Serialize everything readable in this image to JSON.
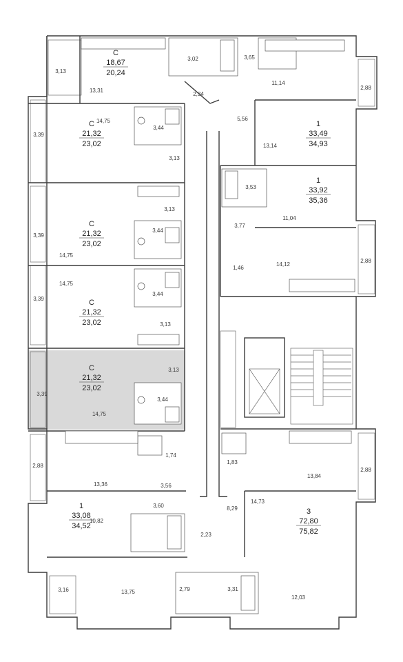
{
  "colors": {
    "wall": "#3c3c3c",
    "highlight": "#d9d9d9",
    "text": "#222222"
  },
  "apartments": [
    {
      "type": "С",
      "living": "18,67",
      "total": "20,24"
    },
    {
      "type": "С",
      "living": "21,32",
      "total": "23,02"
    },
    {
      "type": "С",
      "living": "21,32",
      "total": "23,02"
    },
    {
      "type": "С",
      "living": "21,32",
      "total": "23,02"
    },
    {
      "type": "С",
      "living": "21,32",
      "total": "23,02"
    },
    {
      "type": "1",
      "living": "33,49",
      "total": "34,93"
    },
    {
      "type": "1",
      "living": "33,92",
      "total": "35,36"
    },
    {
      "type": "1",
      "living": "33,08",
      "total": "34,52"
    },
    {
      "type": "3",
      "living": "72,80",
      "total": "75,82"
    }
  ],
  "room_labels": [
    "3,13",
    "13,31",
    "3,02",
    "2,34",
    "3,65",
    "11,14",
    "2,88",
    "5,56",
    "13,14",
    "14,75",
    "3,39",
    "3,44",
    "3,13",
    "3,53",
    "3,13",
    "3,77",
    "11,04",
    "3,44",
    "3,39",
    "14,75",
    "1,46",
    "14,12",
    "2,88",
    "14,75",
    "3,39",
    "3,44",
    "3,13",
    "3,13",
    "3,39",
    "3,44",
    "14,75",
    "1,74",
    "1,83",
    "2,88",
    "13,36",
    "13,84",
    "2,88",
    "3,56",
    "14,73",
    "3,60",
    "8,29",
    "10,82",
    "2,23",
    "3,16",
    "13,75",
    "2,79",
    "3,31",
    "12,03"
  ]
}
